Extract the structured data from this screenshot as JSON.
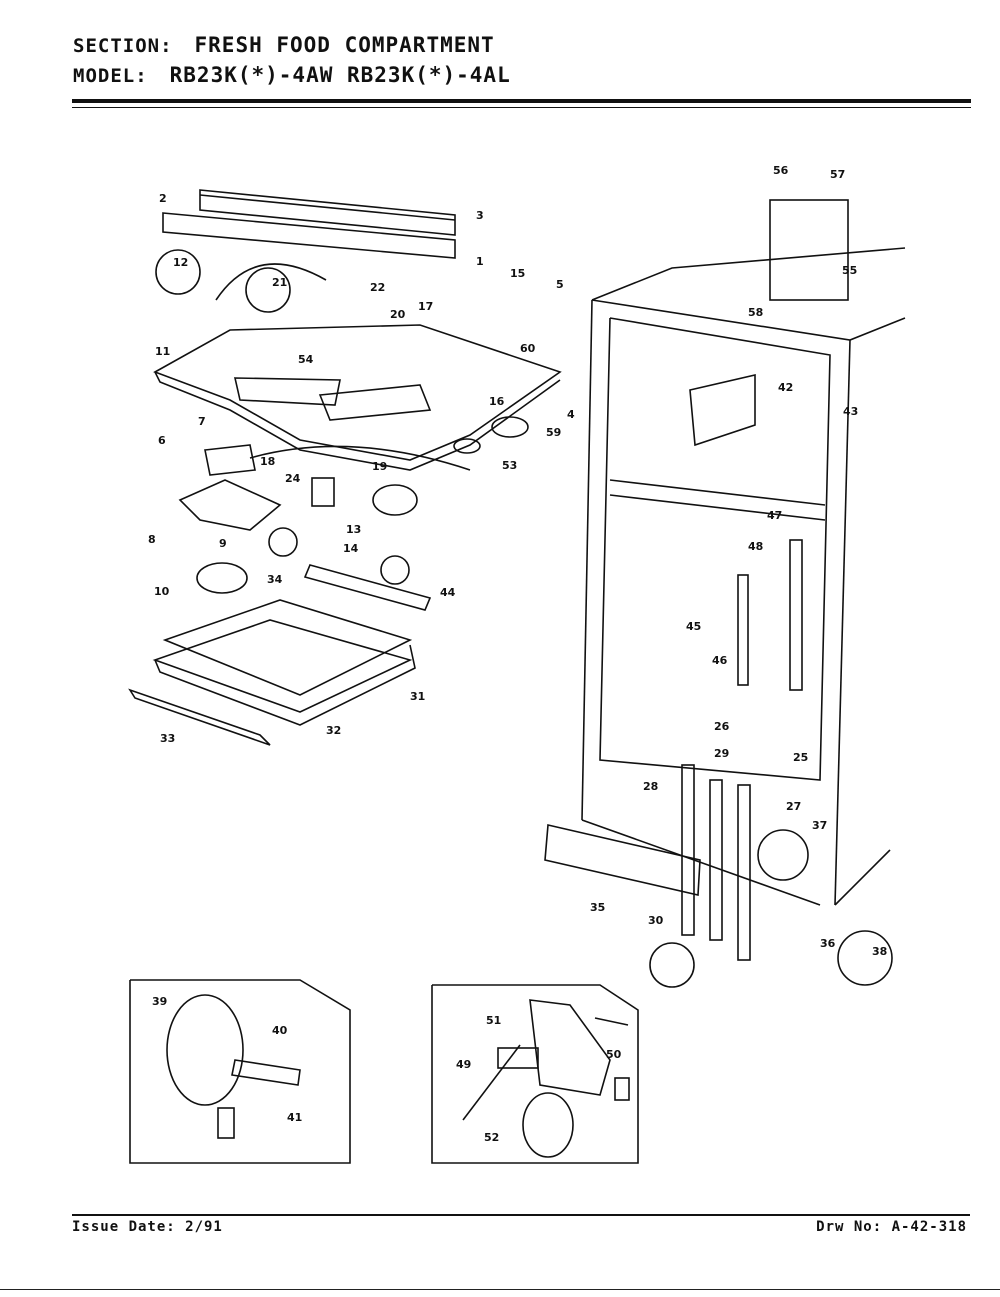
{
  "header": {
    "section_key": "SECTION:",
    "section_value": "FRESH FOOD COMPARTMENT",
    "model_key": "MODEL:",
    "model_value": "RB23K(*)-4AW  RB23K(*)-4AL"
  },
  "labels": [
    "1",
    "2",
    "3",
    "4",
    "5",
    "6",
    "7",
    "8",
    "9",
    "10",
    "11",
    "12",
    "13",
    "14",
    "15",
    "16",
    "17",
    "18",
    "19",
    "20",
    "21",
    "22",
    "24",
    "25",
    "26",
    "27",
    "28",
    "29",
    "30",
    "31",
    "32",
    "33",
    "34",
    "35",
    "36",
    "37",
    "38",
    "39",
    "40",
    "41",
    "42",
    "43",
    "44",
    "45",
    "46",
    "47",
    "48",
    "49",
    "50",
    "51",
    "52",
    "53",
    "54",
    "55",
    "56",
    "57",
    "58",
    "59",
    "60"
  ],
  "footer": {
    "issue_date": "Issue Date: 2/91",
    "drawing_no": "Drw No: A-42-318"
  }
}
